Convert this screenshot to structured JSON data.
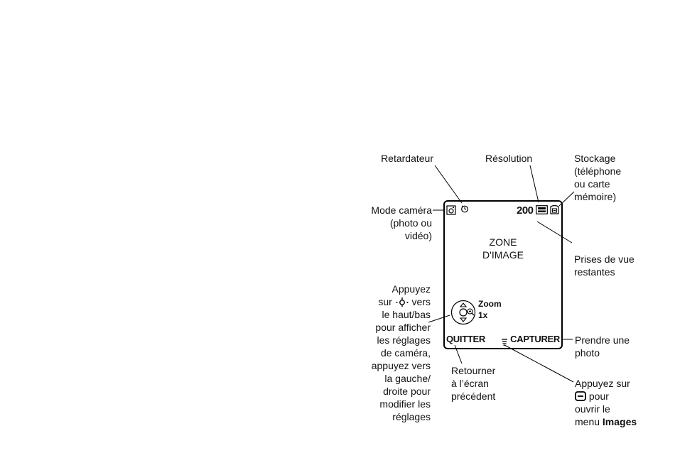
{
  "labels": {
    "retardateur": "Retardateur",
    "resolution": "Résolution",
    "stockage": [
      "Stockage",
      "(téléphone",
      "ou carte",
      "mémoire)"
    ],
    "mode_camera": [
      "Mode caméra",
      "(photo ou",
      "vidéo)"
    ],
    "prises": [
      "Prises de vue",
      "restantes"
    ],
    "appuyez_left": {
      "line1": "Appuyez",
      "line2_pre": "sur",
      "line2_post": "vers",
      "rest": [
        "le haut/bas",
        "pour afficher",
        "les réglages",
        "de caméra,",
        "appuyez vers",
        "la gauche/",
        "droite pour",
        "modifier les",
        "réglages"
      ]
    },
    "prendre": [
      "Prendre une",
      "photo"
    ],
    "retourner": [
      "Retourner",
      "à l’écran",
      "précédent"
    ],
    "appuyez_menu": {
      "line1": "Appuyez sur",
      "line2_post": "pour",
      "line3": "ouvrir le",
      "line4_pre": "menu",
      "line4_bold": "Images"
    }
  },
  "screen": {
    "zone": [
      "ZONE",
      "D'IMAGE"
    ],
    "count": "200",
    "zoom_label": "Zoom",
    "zoom_value": "1x",
    "left_soft": "QUITTER",
    "right_soft": "CAPTURER"
  },
  "icons": [
    "camera-mode-icon",
    "timer-icon",
    "resolution-icon",
    "storage-icon",
    "nav-key-icon",
    "zoom-in-icon",
    "menu-key-icon",
    "menu-button-icon",
    "nav-center-icon"
  ]
}
